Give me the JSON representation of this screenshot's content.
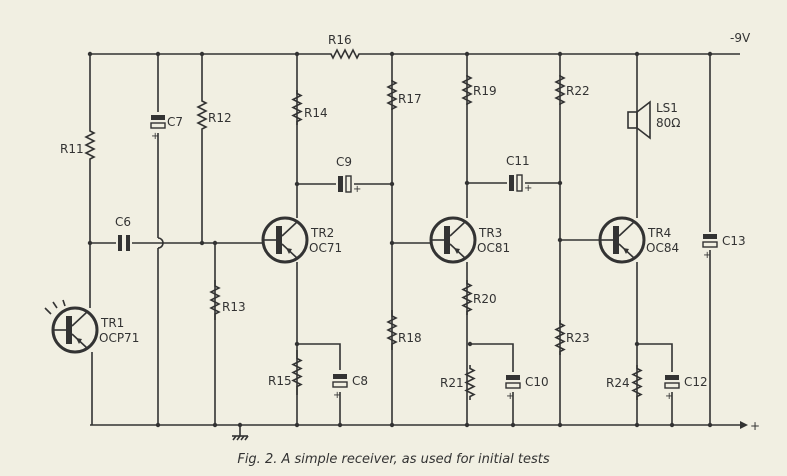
{
  "supply": {
    "negative": "-9V",
    "positive": "+"
  },
  "resistors": {
    "R11": "R11",
    "R12": "R12",
    "R13": "R13",
    "R14": "R14",
    "R15": "R15",
    "R16": "R16",
    "R17": "R17",
    "R18": "R18",
    "R19": "R19",
    "R20": "R20",
    "R21": "R21",
    "R22": "R22",
    "R23": "R23",
    "R24": "R24"
  },
  "capacitors": {
    "C6": "C6",
    "C7": "C7",
    "C8": "C8",
    "C9": "C9",
    "C10": "C10",
    "C11": "C11",
    "C12": "C12",
    "C13": "C13"
  },
  "transistors": {
    "TR1": {
      "label": "TR1",
      "type": "OCP71"
    },
    "TR2": {
      "label": "TR2",
      "type": "OC71"
    },
    "TR3": {
      "label": "TR3",
      "type": "OC81"
    },
    "TR4": {
      "label": "TR4",
      "type": "OC84"
    }
  },
  "speaker": {
    "label": "LS1",
    "impedance": "80Ω"
  },
  "polarity_mark": "+",
  "caption": "Fig. 2.  A simple receiver, as used for initial tests"
}
